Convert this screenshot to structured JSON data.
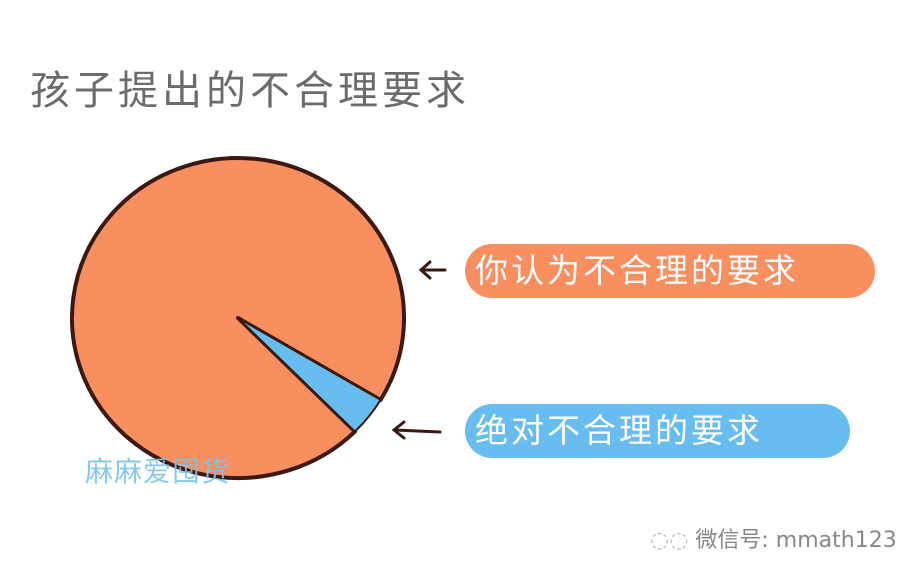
{
  "chart_data": {
    "type": "pie",
    "title": "孩子提出的不合理要求",
    "categories": [
      "你认为不合理的要求",
      "绝对不合理的要求"
    ],
    "values": [
      96,
      4
    ],
    "colors": [
      "#F98E5E",
      "#67BDF0"
    ],
    "legend": "right"
  },
  "watermark": "麻麻爱囤货",
  "wechat": {
    "icon": "wechat-icon",
    "text": "微信号: mmath123"
  }
}
